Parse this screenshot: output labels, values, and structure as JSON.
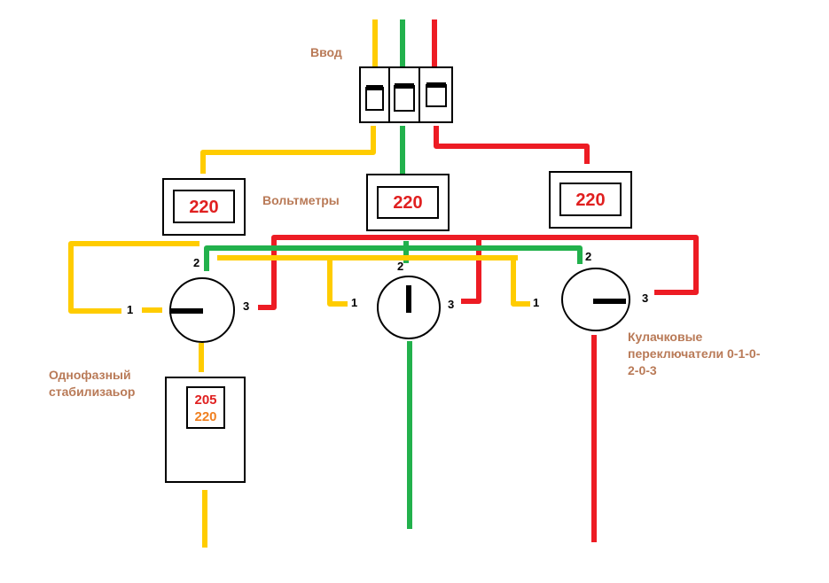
{
  "labels": {
    "input": "Ввод",
    "voltmeters": "Вольтметры",
    "stabilizer": [
      "Однофазный",
      "стабилизаьор"
    ],
    "switches": [
      "Кулачковые",
      "переключатели 0-1-0-",
      "2-0-3"
    ]
  },
  "voltmeters": [
    "220",
    "220",
    "220"
  ],
  "stabilizer_display": [
    "205",
    "220"
  ],
  "switch_positions": {
    "one": "1",
    "two": "2",
    "three": "3"
  },
  "colors": {
    "phase_yellow": "#ffcc00",
    "phase_green": "#22b14c",
    "phase_red": "#ed1c24",
    "label_brown": "#b97a57",
    "voltmeter_text": "#e02020"
  }
}
